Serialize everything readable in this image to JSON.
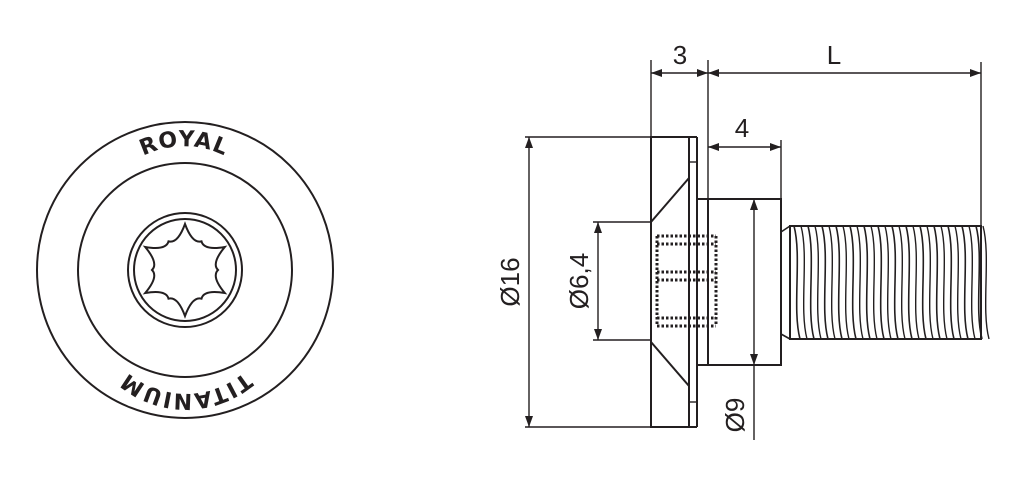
{
  "drawing": {
    "front_view": {
      "logo_top": "ROYAL",
      "logo_bottom": "TITANIUM",
      "drive_icon": "torx-star-icon"
    },
    "side_view": {
      "dimensions": {
        "head_height": "3",
        "length": "L",
        "flange_height": "4",
        "head_diameter": "Ø16",
        "drive_diameter": "Ø6,4",
        "shank_diameter": "Ø9"
      }
    }
  }
}
